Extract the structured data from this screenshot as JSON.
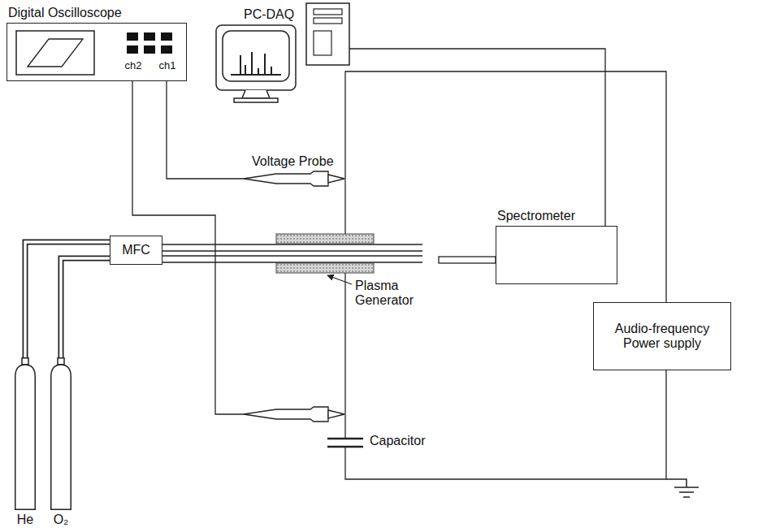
{
  "diagram": {
    "nodes": [
      {
        "text": [
          "Digital Oscilloscope",
          "ch2",
          "ch1"
        ]
      },
      {
        "text": [
          "PC-DAQ"
        ]
      },
      {
        "text": [
          "MFC"
        ]
      },
      {
        "text": [
          "Spectrometer"
        ]
      },
      {
        "text": [
          "Audio-frequency Power supply"
        ]
      },
      {
        "text": [
          "He"
        ]
      },
      {
        "text": [
          "O₂"
        ]
      }
    ],
    "edges": [
      {
        "from": 1,
        "to": 3,
        "arrow": "none"
      },
      {
        "from": 5,
        "to": 2,
        "arrow": "none"
      },
      {
        "from": 6,
        "to": 2,
        "arrow": "none"
      }
    ],
    "labels": [
      "Voltage Probe",
      "Plasma Generator",
      "Capacitor"
    ]
  }
}
